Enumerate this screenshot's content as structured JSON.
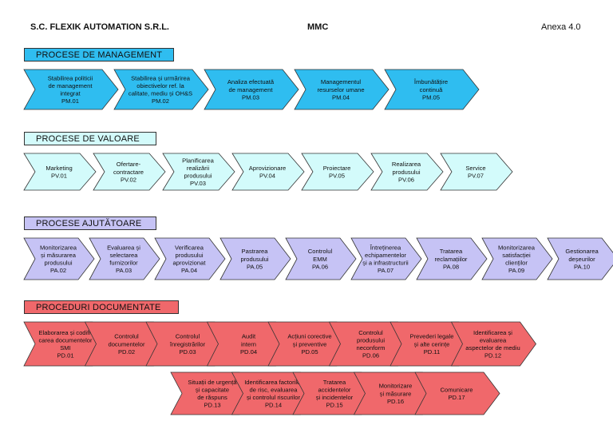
{
  "header": {
    "company": "S.C. FLEXIK AUTOMATION S.R.L.",
    "doc": "MMC",
    "annex": "Anexa 4.0"
  },
  "colors": {
    "management": "#2fbdf0",
    "value": "#d3fbfb",
    "support": "#c6c3f5",
    "documented": "#f0686b",
    "stroke": "#333333"
  },
  "sections": [
    {
      "id": "management",
      "title": "PROCESE DE MANAGEMENT",
      "items": [
        {
          "lines": [
            "Stabilirea politicii",
            "de management",
            "integrat",
            "PM.01"
          ]
        },
        {
          "lines": [
            "Stabilirea și urmărirea",
            "obiectivelor ref. la",
            "calitate, mediu și OH&S",
            "PM.02"
          ]
        },
        {
          "lines": [
            "Analiza efectuată",
            "de management",
            "PM.03"
          ]
        },
        {
          "lines": [
            "Managementul",
            "resurselor umane",
            "PM.04"
          ]
        },
        {
          "lines": [
            "Îmbunătățire",
            "continuă",
            "PM.05"
          ]
        }
      ]
    },
    {
      "id": "value",
      "title": "PROCESE DE VALOARE",
      "items": [
        {
          "lines": [
            "Marketing",
            "PV.01"
          ]
        },
        {
          "lines": [
            "Ofertare-",
            "contractare",
            "PV.02"
          ]
        },
        {
          "lines": [
            "Planificarea",
            "realizării",
            "produsului",
            "PV.03"
          ]
        },
        {
          "lines": [
            "Aprovizionare",
            "PV.04"
          ]
        },
        {
          "lines": [
            "Proiectare",
            "PV.05"
          ]
        },
        {
          "lines": [
            "Realizarea",
            "produsului",
            "PV.06"
          ]
        },
        {
          "lines": [
            "Service",
            "PV.07"
          ]
        }
      ]
    },
    {
      "id": "support",
      "title": "PROCESE AJUTĂTOARE",
      "items": [
        {
          "lines": [
            "Monitorizarea",
            "și măsurarea",
            "produsului",
            "PA.02"
          ]
        },
        {
          "lines": [
            "Evaluarea și",
            "selectarea",
            "furnizorilor",
            "PA.03"
          ]
        },
        {
          "lines": [
            "Verificarea",
            "produsului",
            "aprovizionat",
            "PA.04"
          ]
        },
        {
          "lines": [
            "Pastrarea",
            "produsului",
            "PA.05"
          ]
        },
        {
          "lines": [
            "Controlul",
            "EMM",
            "PA.06"
          ]
        },
        {
          "lines": [
            "Întreținerea",
            "echipamentelor",
            "și a infrastructurii",
            "PA.07"
          ]
        },
        {
          "lines": [
            "Tratarea",
            "reclamațiilor",
            "PA.08"
          ]
        },
        {
          "lines": [
            "Monitorizarea",
            "satisfacției",
            "clienților",
            "PA.09"
          ]
        },
        {
          "lines": [
            "Gestionarea",
            "deșeurilor",
            "PA.10"
          ]
        }
      ]
    },
    {
      "id": "documented",
      "title": "PROCEDURI DOCUMENTATE",
      "items": [
        {
          "lines": [
            "Elaborarea și codifi-",
            "carea documentelor",
            "SMI",
            "PD.01"
          ]
        },
        {
          "lines": [
            "Controlul",
            "documentelor",
            "PD.02"
          ]
        },
        {
          "lines": [
            "Controlul",
            "înregistrărilor",
            "PD.03"
          ]
        },
        {
          "lines": [
            "Audit",
            "intern",
            "PD.04"
          ]
        },
        {
          "lines": [
            "Acțiuni corective",
            "și preventive",
            "PD.05"
          ]
        },
        {
          "lines": [
            "Controlul",
            "produsului",
            "neconform",
            "PD.06"
          ]
        },
        {
          "lines": [
            "Prevederi legale",
            "și alte cerințe",
            "PD.11"
          ]
        },
        {
          "lines": [
            "Identificarea și",
            "evaluarea",
            "aspectelor de mediu",
            "PD.12"
          ]
        },
        {
          "lines": [
            "Situații de urgență",
            "și capacitate",
            "de răspuns",
            "PD.13"
          ]
        },
        {
          "lines": [
            "Identificarea factorilor",
            "de risc, evaluarea",
            "și controlul riscurilor",
            "PD.14"
          ]
        },
        {
          "lines": [
            "Tratarea",
            "accidentelor",
            "și incidentelor",
            "PD.15"
          ]
        },
        {
          "lines": [
            "Monitorizare",
            "și măsurare",
            "PD.16"
          ]
        },
        {
          "lines": [
            "Comunicare",
            "PD.17"
          ]
        }
      ]
    }
  ]
}
